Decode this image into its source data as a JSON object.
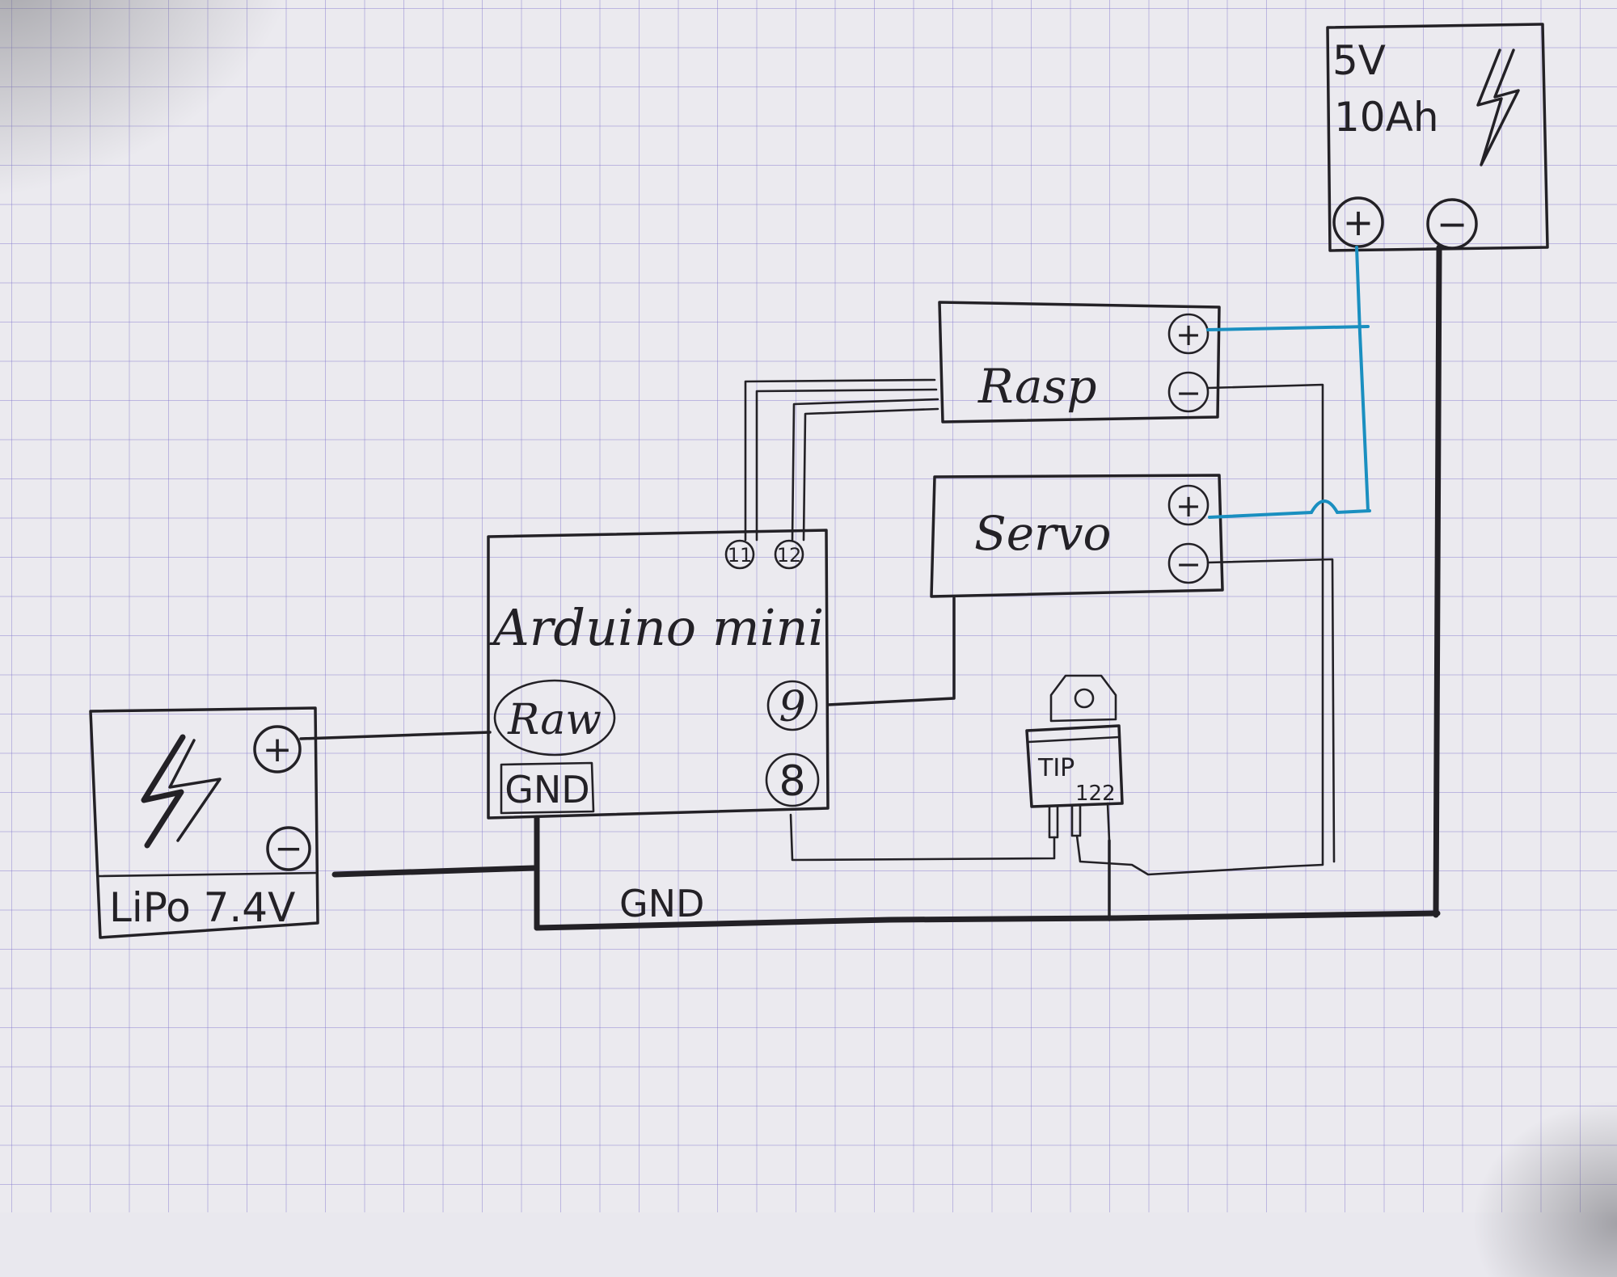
{
  "battery_5v": {
    "voltage": "5V",
    "capacity": "10Ah",
    "plus": "+",
    "minus": "−"
  },
  "lipo": {
    "label": "LiPo 7.4V",
    "plus": "+",
    "minus": "−"
  },
  "arduino": {
    "title": "Arduino mini",
    "pin_raw": "Raw",
    "pin_gnd": "GND",
    "pin_9": "9",
    "pin_8": "8",
    "pin_11": "11",
    "pin_12": "12"
  },
  "rasp": {
    "label": "Rasp",
    "plus": "+",
    "minus": "−"
  },
  "servo": {
    "label": "Servo",
    "plus": "+",
    "minus": "−"
  },
  "transistor": {
    "line1": "TIP",
    "line2": "122"
  },
  "gnd_rail": {
    "label": "GND"
  },
  "colors": {
    "ink": "#232126",
    "blue_wire": "#1a8fc0",
    "grid": "#8278cd"
  }
}
